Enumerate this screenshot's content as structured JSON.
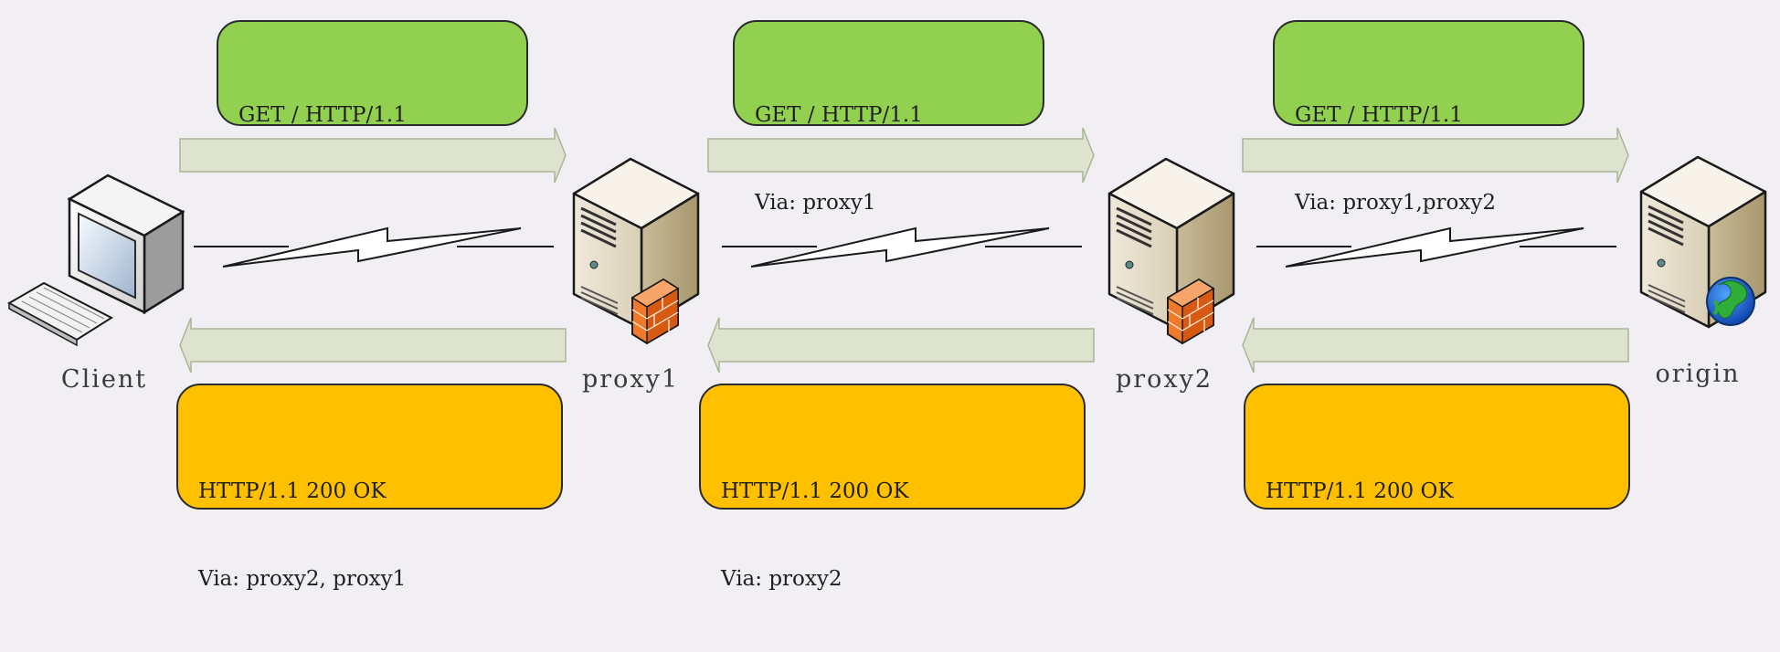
{
  "nodes": [
    {
      "id": "client",
      "label": "Client",
      "icon": "desktop-computer-icon"
    },
    {
      "id": "proxy1",
      "label": "proxy1",
      "icon": "server-firewall-icon"
    },
    {
      "id": "proxy2",
      "label": "proxy2",
      "icon": "server-firewall-icon"
    },
    {
      "id": "origin",
      "label": "origin",
      "icon": "server-globe-icon"
    }
  ],
  "requests": [
    {
      "lines": [
        "GET / HTTP/1.1",
        ""
      ]
    },
    {
      "lines": [
        "GET / HTTP/1.1",
        "Via: proxy1"
      ]
    },
    {
      "lines": [
        "GET / HTTP/1.1",
        "Via: proxy1,proxy2"
      ]
    }
  ],
  "responses": [
    {
      "lines": [
        "HTTP/1.1 200 OK",
        "Via: proxy2, proxy1"
      ]
    },
    {
      "lines": [
        "HTTP/1.1 200 OK",
        "Via: proxy2"
      ]
    },
    {
      "lines": [
        "HTTP/1.1 200 OK",
        ""
      ]
    }
  ],
  "colors": {
    "request_box": "#92d050",
    "response_box": "#ffc000",
    "arrow_fill": "#dde3cf",
    "background": "#f1eff4"
  }
}
